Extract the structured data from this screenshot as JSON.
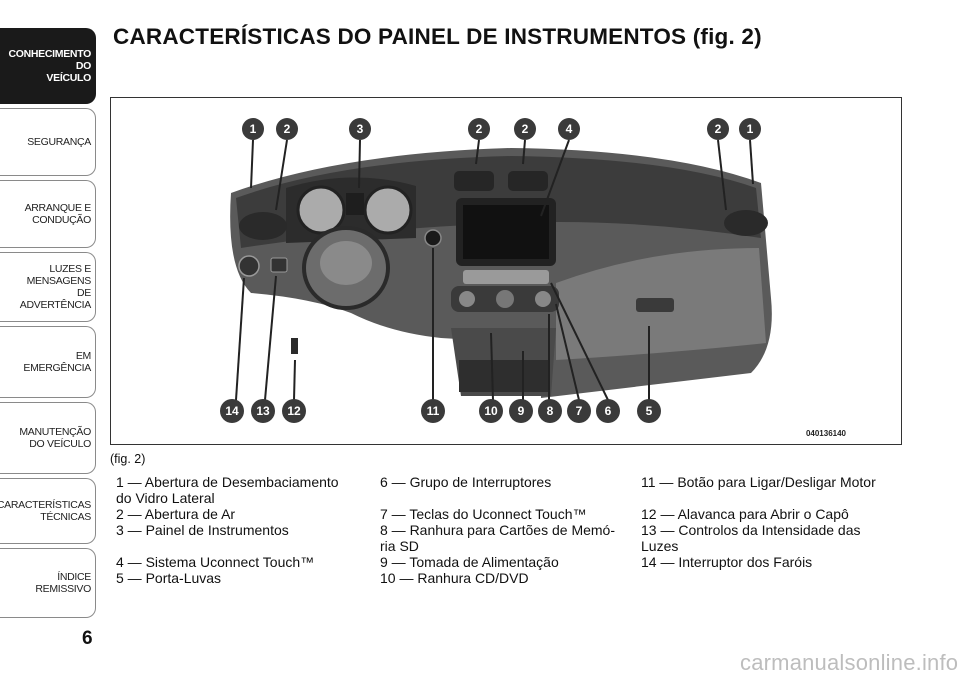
{
  "sidebar": {
    "tabs": [
      {
        "label": "CONHECIMENTO\nDO\nVEÍCULO",
        "active": true
      },
      {
        "label": "SEGURANÇA",
        "active": false
      },
      {
        "label": "ARRANQUE E\nCONDUÇÃO",
        "active": false
      },
      {
        "label": "LUZES E\nMENSAGENS\nDE\nADVERTÊNCIA",
        "active": false
      },
      {
        "label": "EM\nEMERGÊNCIA",
        "active": false
      },
      {
        "label": "MANUTENÇÃO\nDO VEÍCULO",
        "active": false
      },
      {
        "label": "CARACTERÍSTICAS\nTÉCNICAS",
        "active": false
      },
      {
        "label": "ÍNDICE\nREMISSIVO",
        "active": false
      }
    ]
  },
  "page_number": "6",
  "title": "CARACTERÍSTICAS DO PAINEL DE INSTRUMENTOS (fig.  2)",
  "figure": {
    "code": "040136140",
    "caption": "(fig. 2)",
    "callouts_top": [
      "1",
      "2",
      "3",
      "2",
      "2",
      "4",
      "2",
      "1"
    ],
    "callouts_bottom": [
      "14",
      "13",
      "12",
      "11",
      "10",
      "9",
      "8",
      "7",
      "6",
      "5"
    ]
  },
  "legend": {
    "col1": [
      "1 — Abertura de Desembaciamento\ndo Vidro Lateral",
      "2 — Abertura de Ar",
      "3 — Painel de Instrumentos",
      "4 — Sistema Uconnect Touch™",
      "5 — Porta-Luvas"
    ],
    "col2": [
      "6 — Grupo de Interruptores",
      "7 — Teclas do Uconnect Touch™",
      "8 — Ranhura para Cartões de Memó-\nria SD",
      "9 — Tomada de Alimentação",
      "10 — Ranhura CD/DVD"
    ],
    "col3": [
      "11 — Botão para Ligar/Desligar Motor",
      "12 — Alavanca para Abrir o Capô",
      "13 — Controlos da Intensidade das\nLuzes",
      "14 — Interruptor dos Faróis"
    ]
  },
  "watermark": "carmanualsonline.info"
}
